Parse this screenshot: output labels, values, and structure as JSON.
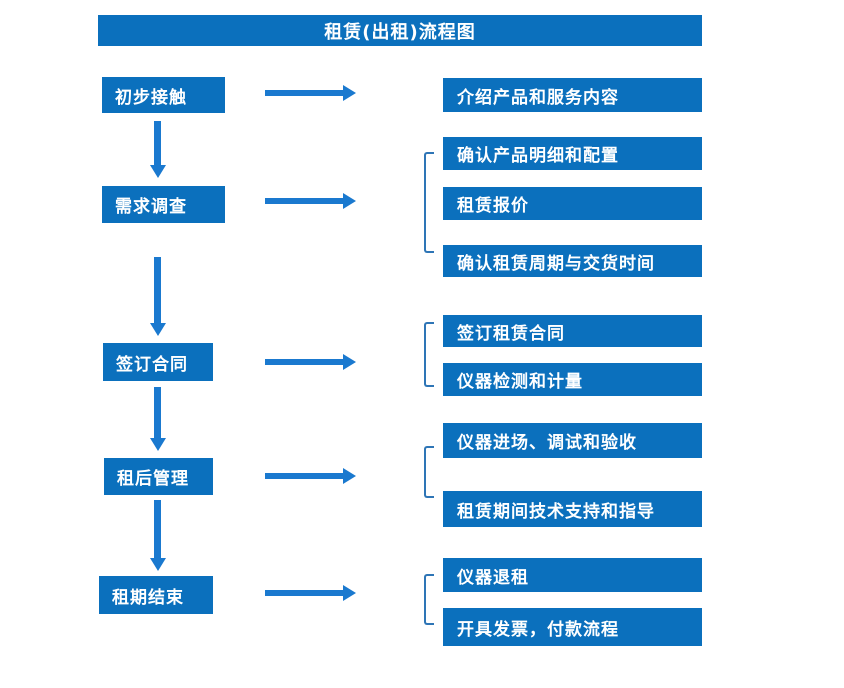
{
  "title": "租赁(出租)流程图",
  "colors": {
    "box_blue": "#0b70bd",
    "arrow_blue": "#1a79cf",
    "bracket_blue": "#2e75b6",
    "text_white": "#ffffff",
    "background": "#ffffff"
  },
  "steps": [
    {
      "label": "初步接触",
      "children": [
        "介绍产品和服务内容"
      ]
    },
    {
      "label": "需求调查",
      "children": [
        "确认产品明细和配置",
        "租赁报价",
        "确认租赁周期与交货时间"
      ]
    },
    {
      "label": "签订合同",
      "children": [
        "签订租赁合同",
        "仪器检测和计量"
      ]
    },
    {
      "label": "租后管理",
      "children": [
        "仪器进场、调试和验收",
        "租赁期间技术支持和指导"
      ]
    },
    {
      "label": "租期结束",
      "children": [
        "仪器退租",
        "开具发票，付款流程"
      ]
    }
  ]
}
